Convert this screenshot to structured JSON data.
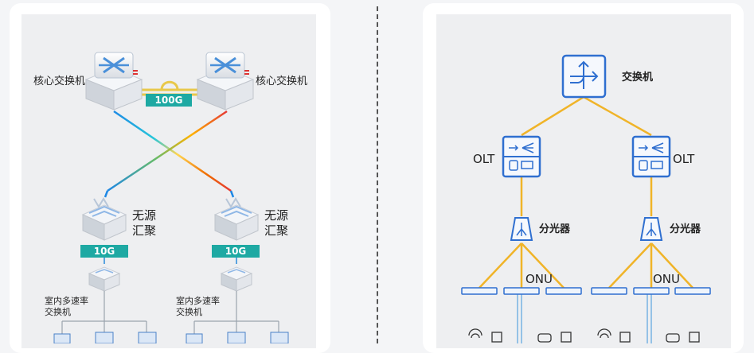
{
  "left": {
    "core_switch_left": "核心交换机",
    "core_switch_right": "核心交换机",
    "core_link_speed": "100G",
    "passive_agg_left_line1": "无源",
    "passive_agg_left_line2": "汇聚",
    "passive_agg_right_line1": "无源",
    "passive_agg_right_line2": "汇聚",
    "uplink_speed_left": "10G",
    "uplink_speed_right": "10G",
    "indoor_switch_left_line1": "室内多速率",
    "indoor_switch_left_line2": "交换机",
    "indoor_switch_right_line1": "室内多速率",
    "indoor_switch_right_line2": "交换机"
  },
  "right": {
    "switch_label": "交换机",
    "olt_left": "OLT",
    "olt_right": "OLT",
    "splitter_left": "分光器",
    "splitter_right": "分光器",
    "onu_left": "ONU",
    "onu_right": "ONU"
  },
  "colors": {
    "accent_teal": "#1ea9a3",
    "fiber_yellow": "#f0b429",
    "device_blue": "#2f6fd0",
    "line_blue": "#5aa3e0"
  }
}
